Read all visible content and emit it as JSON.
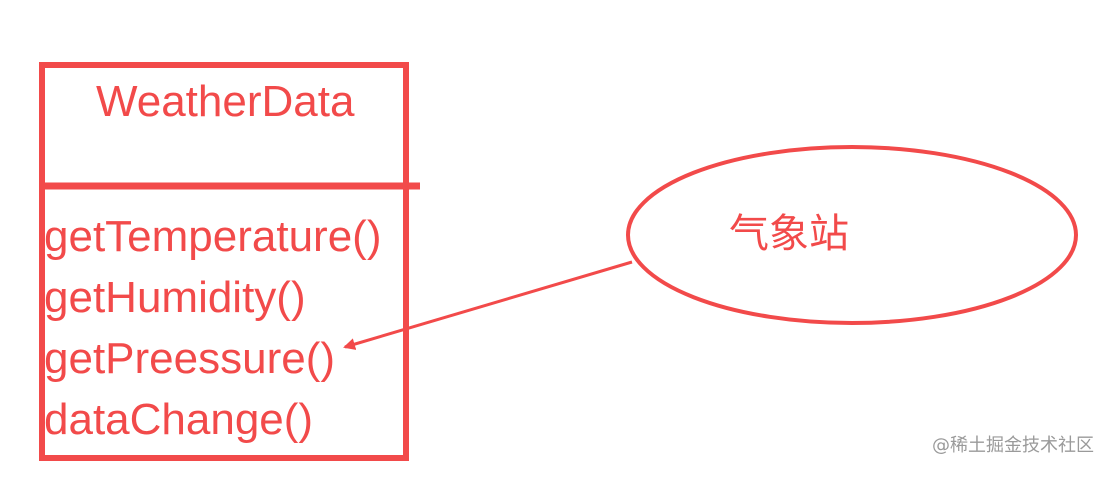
{
  "diagram": {
    "class_box": {
      "title": "WeatherData",
      "methods": [
        "getTemperature()",
        "getHumidity()",
        "getPreessure()",
        "dataChange()"
      ]
    },
    "ellipse": {
      "label": "气象站"
    },
    "arrow": {
      "from": "ellipse",
      "to": "class_box.methods.2"
    },
    "stroke_color": "#f24a4a"
  },
  "watermark": "@稀土掘金技术社区"
}
